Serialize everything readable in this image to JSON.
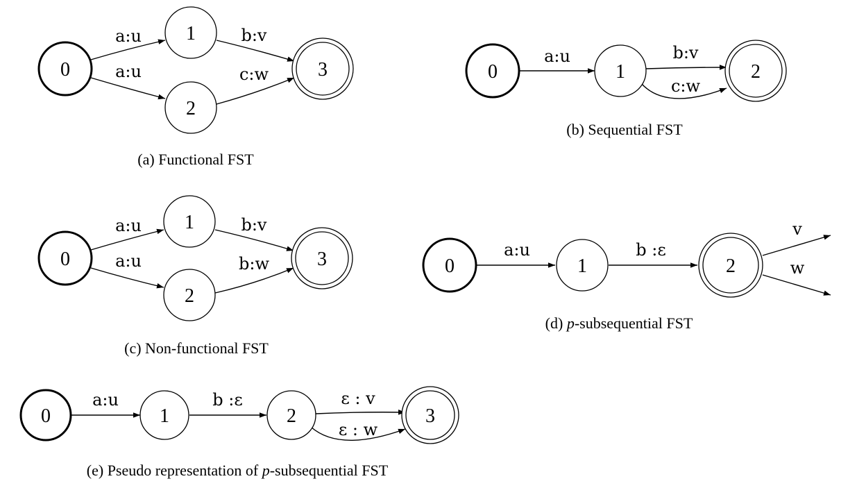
{
  "figures": {
    "a": {
      "caption": "(a) Functional FST",
      "states": [
        "0",
        "1",
        "2",
        "3"
      ],
      "edges": [
        "a:u",
        "a:u",
        "b:v",
        "c:w"
      ]
    },
    "b": {
      "caption": "(b) Sequential FST",
      "states": [
        "0",
        "1",
        "2"
      ],
      "edges": [
        "a:u",
        "b:v",
        "c:w"
      ]
    },
    "c": {
      "caption": "(c) Non-functional FST",
      "states": [
        "0",
        "1",
        "2",
        "3"
      ],
      "edges": [
        "a:u",
        "a:u",
        "b:v",
        "b:w"
      ]
    },
    "d": {
      "caption_prefix": "(d) ",
      "caption_italic": "p",
      "caption_suffix": "-subsequential FST",
      "states": [
        "0",
        "1",
        "2"
      ],
      "edges": [
        "a:u",
        "b :ε"
      ],
      "final_outputs": [
        "v",
        "w"
      ]
    },
    "e": {
      "caption_prefix": "(e) Pseudo representation of ",
      "caption_italic": "p",
      "caption_suffix": "-subsequential FST",
      "states": [
        "0",
        "1",
        "2",
        "3"
      ],
      "edges": [
        "a:u",
        "b :ε",
        "ε : v",
        "ε : w"
      ]
    }
  }
}
